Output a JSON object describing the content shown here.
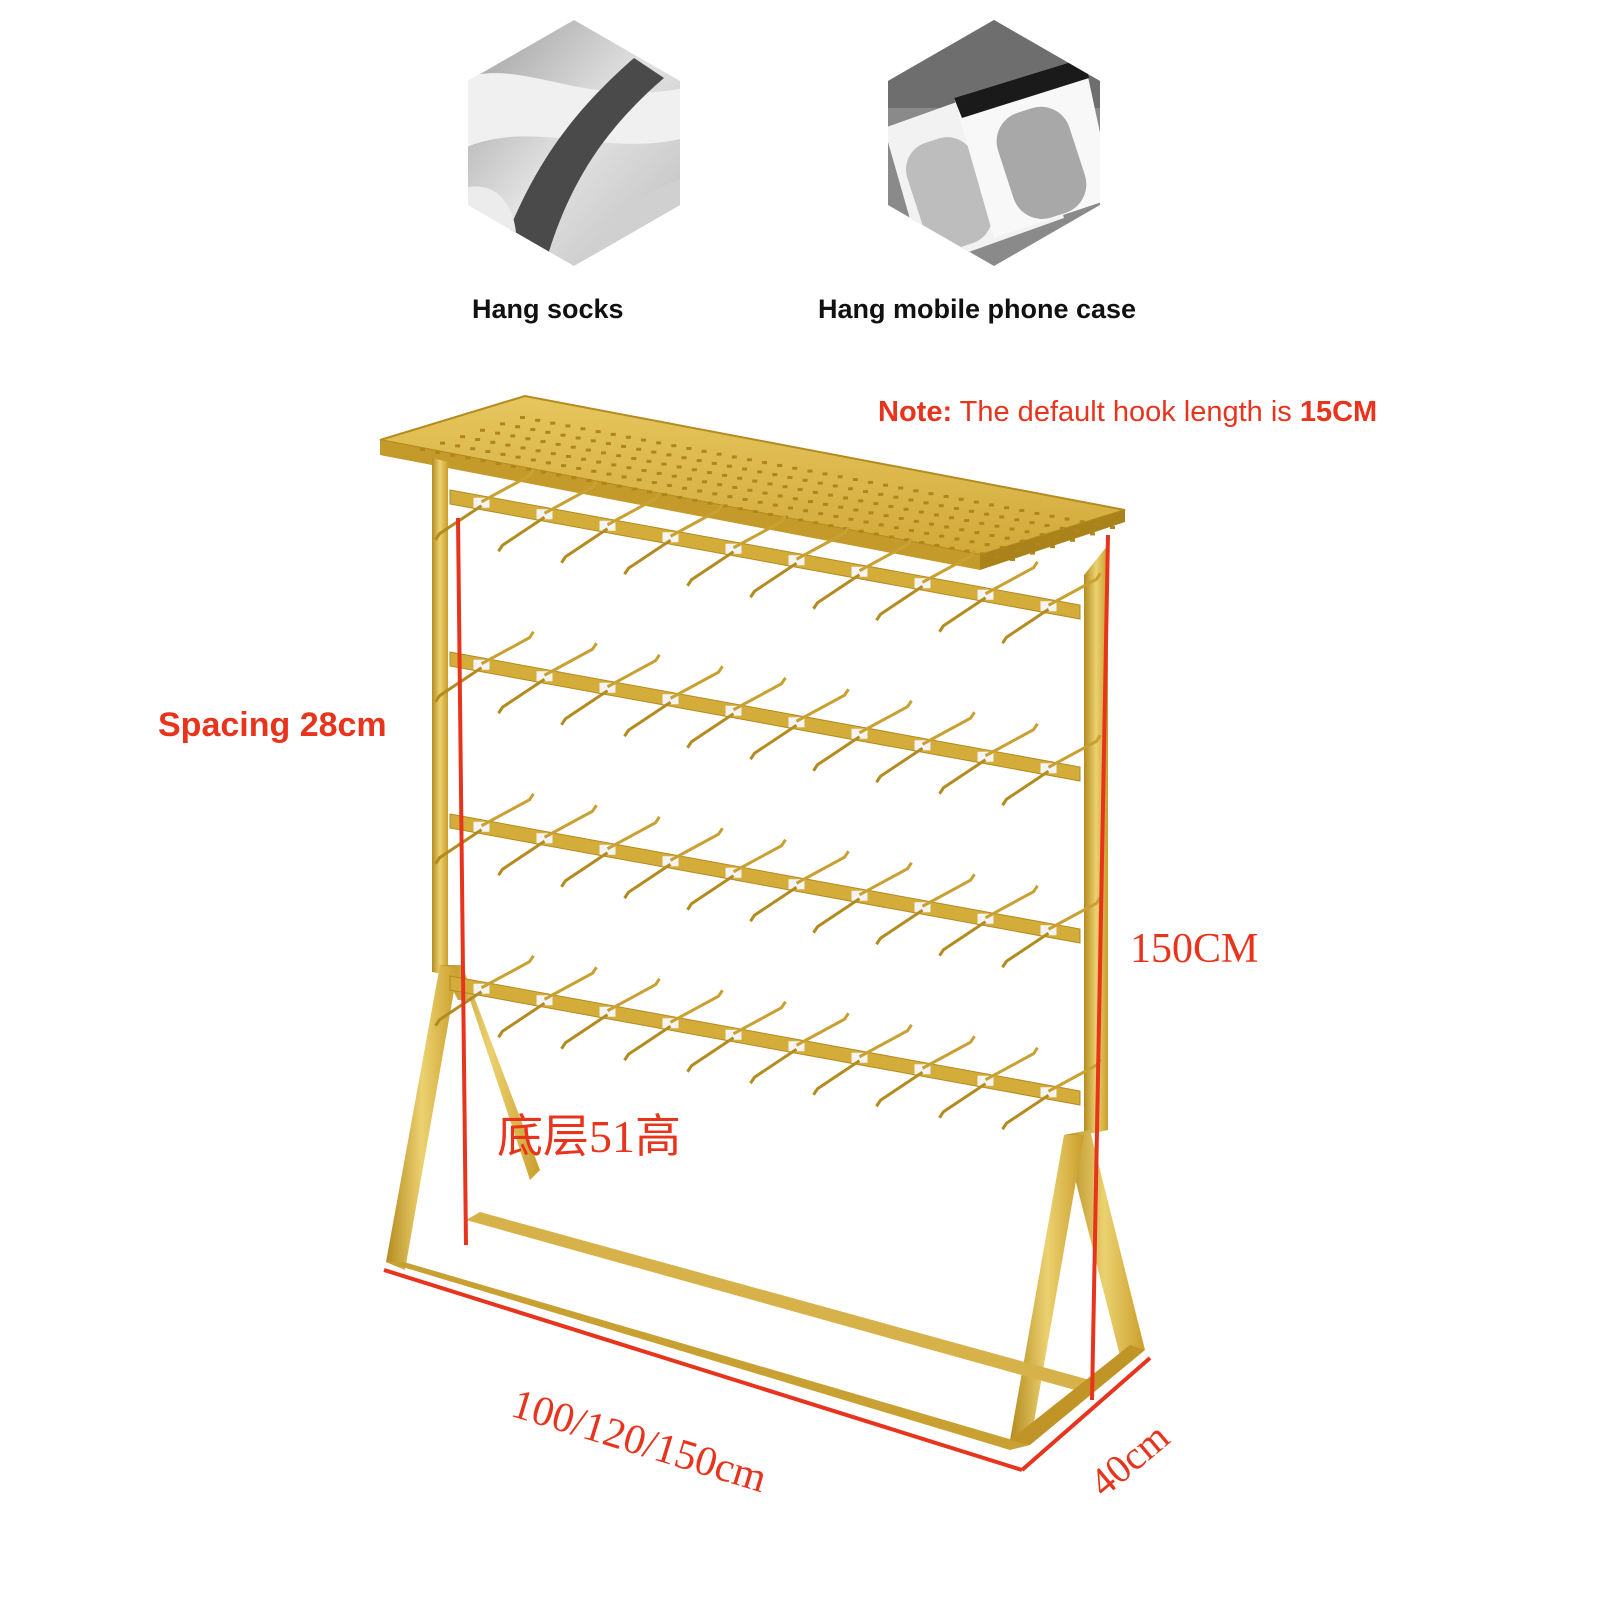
{
  "usage": [
    {
      "caption": "Hang socks",
      "icon": "socks-photo-icon"
    },
    {
      "caption": "Hang mobile phone case",
      "icon": "phone-case-photo-icon"
    }
  ],
  "note": {
    "label": "Note:",
    "text": "The default hook length is",
    "value": "15CM"
  },
  "dimensions": {
    "spacing": "Spacing 28cm",
    "height": "150CM",
    "bottom_height": "底层51高",
    "width": "100/120/150cm",
    "depth": "40cm"
  },
  "colors": {
    "gold": "#d4ac3a",
    "gold_dark": "#b48b1f",
    "gold_light": "#ecd170",
    "annotation": "#e8341c"
  },
  "rack": {
    "hook_rows": 4,
    "hooks_per_row": 10
  }
}
